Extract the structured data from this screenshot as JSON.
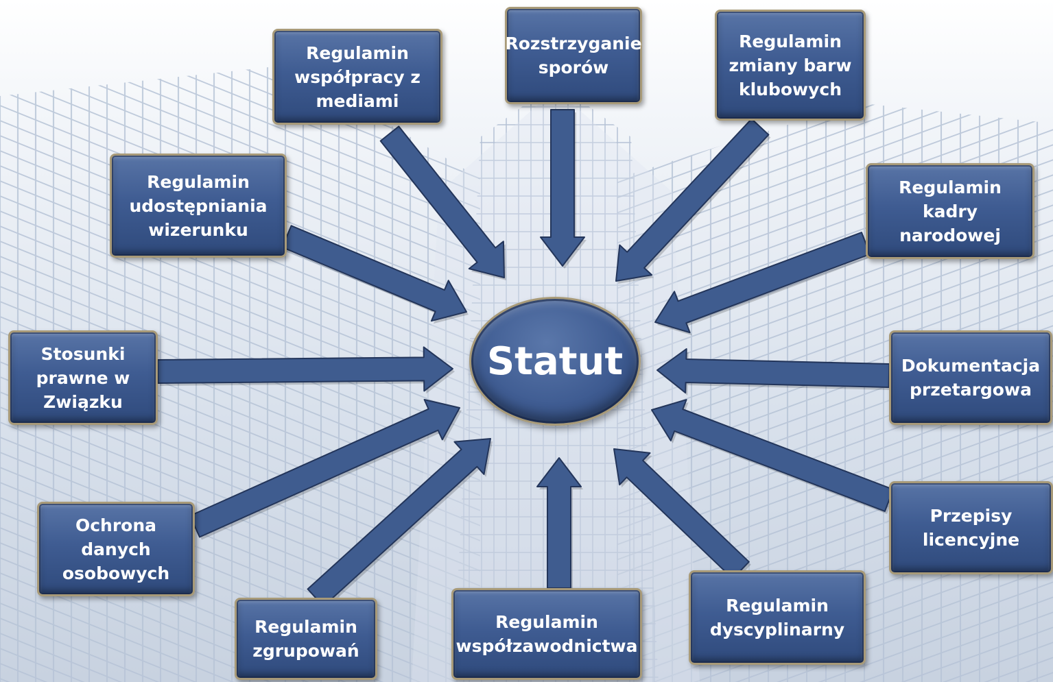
{
  "diagram": {
    "center": {
      "label": "Statut"
    },
    "nodes": [
      {
        "id": "wspolpraca-z-mediami",
        "label": "Regulamin\nwspółpracy z\nmediami"
      },
      {
        "id": "rozstrzyganie-sporow",
        "label": "Rozstrzyganie\nsporów"
      },
      {
        "id": "zmiany-barw",
        "label": "Regulamin\nzmiany barw\nklubowych"
      },
      {
        "id": "kadry-narodowej",
        "label": "Regulamin kadry\nnarodowej"
      },
      {
        "id": "udostepniania-wizerunku",
        "label": "Regulamin\nudostępniania\nwizerunku"
      },
      {
        "id": "stosunki-prawne",
        "label": "Stosunki\nprawne w\nZwiązku"
      },
      {
        "id": "dokumentacja-przetargowa",
        "label": "Dokumentacja\nprzetargowa"
      },
      {
        "id": "ochrona-danych",
        "label": "Ochrona\ndanych\nosobowych"
      },
      {
        "id": "przepisy-licencyjne",
        "label": "Przepisy\nlicencyjne"
      },
      {
        "id": "zgrupowan",
        "label": "Regulamin\nzgrupowań"
      },
      {
        "id": "wspolzawodnictwa",
        "label": "Regulamin\nwspółzawodnictwa"
      },
      {
        "id": "dyscyplinarny",
        "label": "Regulamin\ndyscyplinarny"
      }
    ],
    "colors": {
      "box_fill": "#3f5c92",
      "box_border": "#a89a78",
      "arrow_fill": "#3f5c8f",
      "arrow_stroke": "#23355a",
      "text": "#ffffff"
    }
  }
}
